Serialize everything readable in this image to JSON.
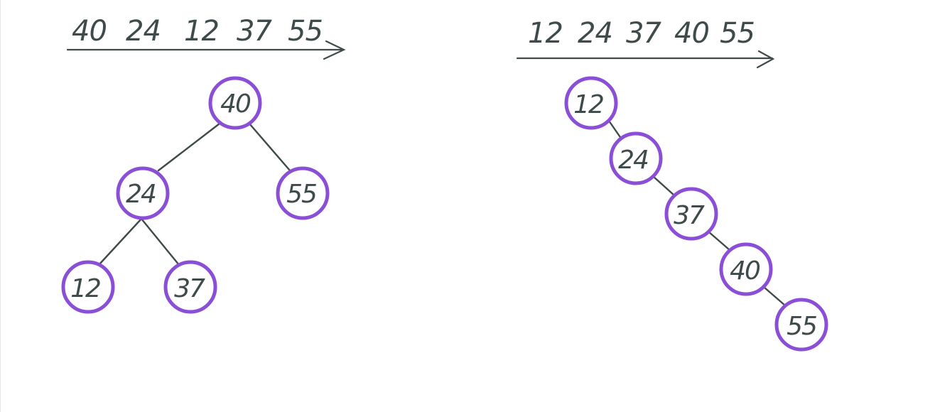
{
  "colors": {
    "ink": "#3f4a4a",
    "node_stroke": "#8a4fd6",
    "background": "#ffffff"
  },
  "left_panel": {
    "sequence": [
      "40",
      "24",
      "12",
      "37",
      "55"
    ],
    "tree": {
      "nodes": [
        "40",
        "24",
        "55",
        "12",
        "37"
      ],
      "edges": [
        [
          "40",
          "24"
        ],
        [
          "40",
          "55"
        ],
        [
          "24",
          "12"
        ],
        [
          "24",
          "37"
        ]
      ]
    }
  },
  "right_panel": {
    "sequence": [
      "12",
      "24",
      "37",
      "40",
      "55"
    ],
    "tree": {
      "nodes": [
        "12",
        "24",
        "37",
        "40",
        "55"
      ],
      "edges": [
        [
          "12",
          "24"
        ],
        [
          "24",
          "37"
        ],
        [
          "37",
          "40"
        ],
        [
          "40",
          "55"
        ]
      ]
    }
  }
}
